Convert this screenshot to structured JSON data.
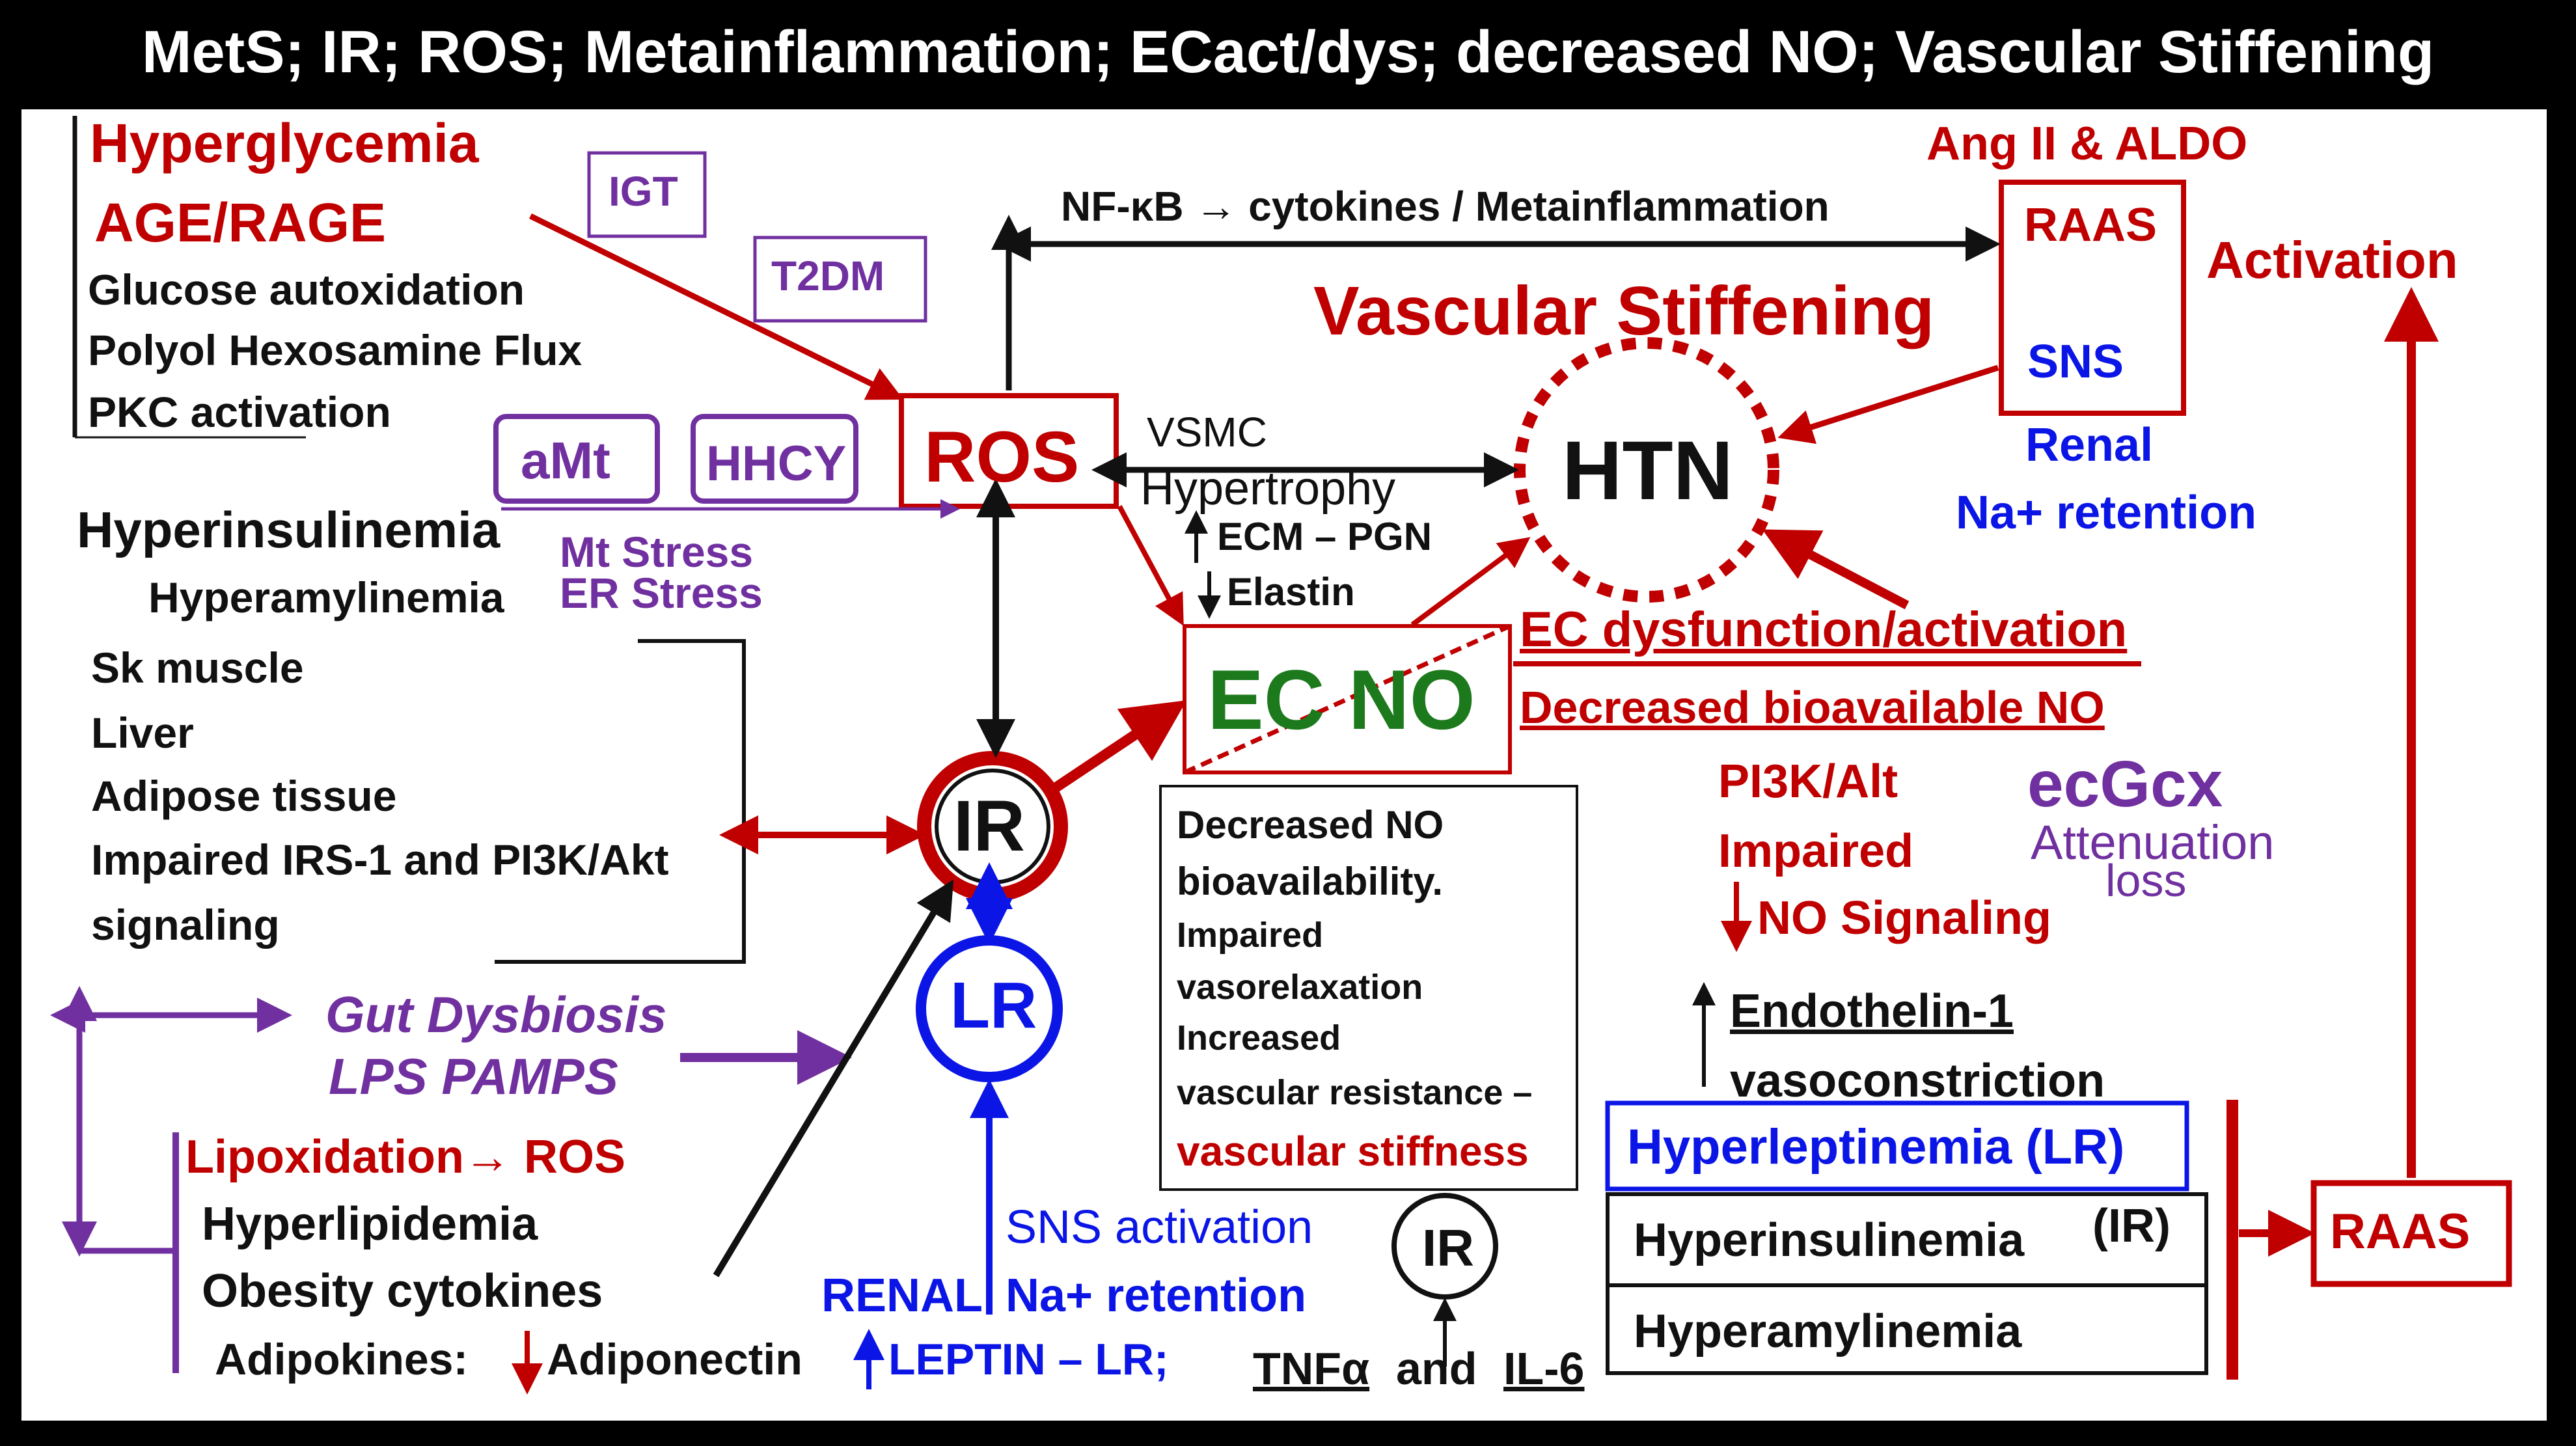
{
  "title": "MetS; IR; ROS; Metainflammation; ECact/dys; decreased NO; Vascular Stiffening",
  "left_top": {
    "hyperglycemia": "Hyperglycemia",
    "age_rage": "AGE/RAGE",
    "glucose": "Glucose autoxidation",
    "polyol": "Polyol Hexosamine Flux",
    "pkc": "PKC activation",
    "igt": "IGT",
    "t2dm": "T2DM"
  },
  "purple_boxes": {
    "amt": "aMt",
    "hhcy": "HHCY"
  },
  "stress": {
    "mt": "Mt Stress",
    "er": "ER  Stress"
  },
  "insulin": {
    "hyperinsulinemia": "Hyperinsulinemia",
    "hyperamylinemia": "Hyperamylinemia"
  },
  "tissues": {
    "sk": "Sk muscle",
    "liver": "Liver",
    "adipose": "Adipose tissue",
    "irs": "Impaired IRS-1 and PI3K/Akt",
    "signaling": "signaling"
  },
  "gut": {
    "dysbiosis": "Gut Dysbiosis",
    "lps": "LPS  PAMPS"
  },
  "lipid": {
    "lipoxidation": "Lipoxidation→ ROS",
    "hyperlipidemia": "Hyperlipidemia",
    "obesity": "Obesity cytokines",
    "adipokines": "Adipokines:",
    "adiponectin": "Adiponectin",
    "leptin": "LEPTIN – LR;"
  },
  "nodes": {
    "ros": "ROS",
    "ir": "IR",
    "lr": "LR",
    "htn": "HTN",
    "ec_no": "EC NO",
    "ir_small": "IR"
  },
  "center": {
    "nfkb": "NF-κB → cytokines / Metainflammation",
    "vsmc": "VSMC",
    "hypertrophy": "Hypertrophy",
    "ecm": "ECM – PGN",
    "elastin": "Elastin",
    "vascular_stiffening": "Vascular Stiffening"
  },
  "no_box": {
    "l1": "Decreased NO",
    "l2": "bioavailability.",
    "l3": "Impaired",
    "l4": "vasorelaxation",
    "l5": "Increased",
    "l6": "vascular resistance –",
    "l7": "vascular stiffness"
  },
  "sns": {
    "activation": "SNS activation",
    "renal": "RENAL",
    "na": "Na+ retention"
  },
  "cytokines": {
    "tnf": "TNFα",
    "and": "and",
    "il6": "IL-6"
  },
  "right": {
    "ang": "Ang II & ALDO",
    "raas": "RAAS",
    "sns": "SNS",
    "activation": "Activation",
    "renal": "Renal",
    "na_retention": "Na+ retention",
    "ec_dys": "EC dysfunction/activation",
    "dec_no": "Decreased bioavailable NO",
    "pi3k": "PI3K/Alt",
    "impaired": "Impaired",
    "no_signaling": "NO Signaling",
    "ecgcx": "ecGcx",
    "attenuation": "Attenuation",
    "loss": "loss",
    "endothelin": "Endothelin-1",
    "vasoconstriction": "vasoconstriction",
    "hyperleptinemia": "Hyperleptinemia (LR)",
    "hyperinsulinemia": "Hyperinsulinemia",
    "ir_label": "(IR)",
    "hyperamylinemia": "Hyperamylinemia",
    "raas_bottom": "RAAS"
  },
  "colors": {
    "red": "#c00000",
    "blue": "#0b16e6",
    "purple": "#7030a0",
    "green": "#1c7a1c",
    "black": "#111111"
  }
}
